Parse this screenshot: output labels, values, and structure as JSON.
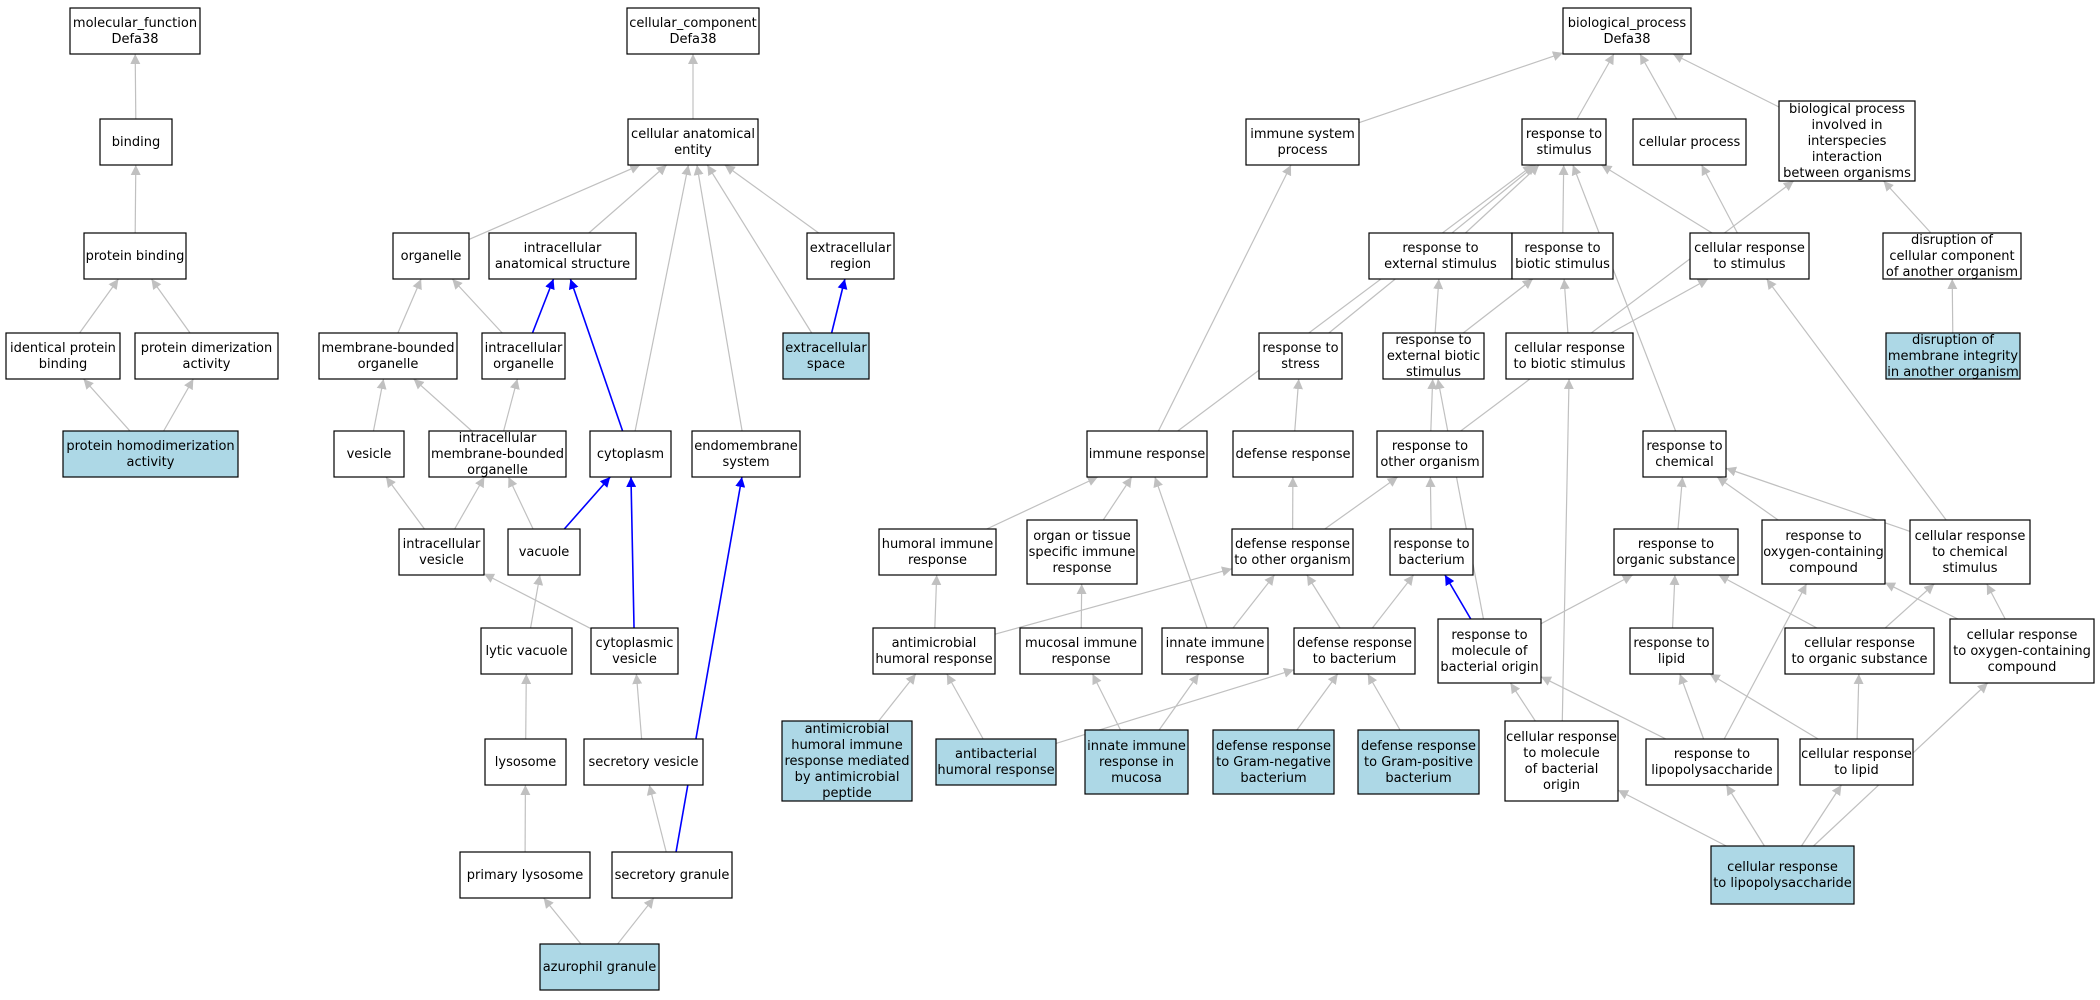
{
  "colors": {
    "highlight_fill": "#add8e6",
    "node_fill": "#ffffff",
    "edge": "#c0c0c0",
    "blue_edge": "#0000ff",
    "border": "#000000"
  },
  "nodes": [
    {
      "id": "mf",
      "lines": [
        "molecular_function",
        "Defa38"
      ]
    },
    {
      "id": "binding",
      "lines": [
        "binding"
      ]
    },
    {
      "id": "protein_binding",
      "lines": [
        "protein binding"
      ]
    },
    {
      "id": "identical_protein_binding",
      "lines": [
        "identical protein",
        "binding"
      ]
    },
    {
      "id": "protein_dimerization",
      "lines": [
        "protein dimerization",
        "activity"
      ]
    },
    {
      "id": "protein_homodimerization",
      "lines": [
        "protein homodimerization",
        "activity"
      ],
      "highlight": true
    },
    {
      "id": "cc",
      "lines": [
        "cellular_component",
        "Defa38"
      ]
    },
    {
      "id": "cell_anat_entity",
      "lines": [
        "cellular anatomical",
        "entity"
      ]
    },
    {
      "id": "organelle",
      "lines": [
        "organelle"
      ]
    },
    {
      "id": "intracellular_anat",
      "lines": [
        "intracellular",
        "anatomical structure"
      ]
    },
    {
      "id": "extracellular_region",
      "lines": [
        "extracellular",
        "region"
      ]
    },
    {
      "id": "membrane_bounded_organelle",
      "lines": [
        "membrane-bounded",
        "organelle"
      ]
    },
    {
      "id": "intracellular_organelle",
      "lines": [
        "intracellular",
        "organelle"
      ]
    },
    {
      "id": "extracellular_space",
      "lines": [
        "extracellular",
        "space"
      ],
      "highlight": true
    },
    {
      "id": "vesicle",
      "lines": [
        "vesicle"
      ]
    },
    {
      "id": "intra_membrane_bounded",
      "lines": [
        "intracellular",
        "membrane-bounded",
        "organelle"
      ]
    },
    {
      "id": "cytoplasm",
      "lines": [
        "cytoplasm"
      ]
    },
    {
      "id": "endomembrane",
      "lines": [
        "endomembrane",
        "system"
      ]
    },
    {
      "id": "intracellular_vesicle",
      "lines": [
        "intracellular",
        "vesicle"
      ]
    },
    {
      "id": "vacuole",
      "lines": [
        "vacuole"
      ]
    },
    {
      "id": "lytic_vacuole",
      "lines": [
        "lytic vacuole"
      ]
    },
    {
      "id": "cytoplasmic_vesicle",
      "lines": [
        "cytoplasmic",
        "vesicle"
      ]
    },
    {
      "id": "lysosome",
      "lines": [
        "lysosome"
      ]
    },
    {
      "id": "secretory_vesicle",
      "lines": [
        "secretory vesicle"
      ]
    },
    {
      "id": "primary_lysosome",
      "lines": [
        "primary lysosome"
      ]
    },
    {
      "id": "secretory_granule",
      "lines": [
        "secretory granule"
      ]
    },
    {
      "id": "azurophil_granule",
      "lines": [
        "azurophil granule"
      ],
      "highlight": true
    },
    {
      "id": "bp",
      "lines": [
        "biological_process",
        "Defa38"
      ]
    },
    {
      "id": "immune_system_process",
      "lines": [
        "immune system",
        "process"
      ]
    },
    {
      "id": "response_to_stimulus",
      "lines": [
        "response to",
        "stimulus"
      ]
    },
    {
      "id": "cellular_process",
      "lines": [
        "cellular process"
      ]
    },
    {
      "id": "bp_interspecies",
      "lines": [
        "biological process",
        "involved in",
        "interspecies",
        "interaction",
        "between organisms"
      ]
    },
    {
      "id": "response_external_stimulus",
      "lines": [
        "response to",
        "external stimulus"
      ]
    },
    {
      "id": "response_biotic_stimulus",
      "lines": [
        "response to",
        "biotic stimulus"
      ]
    },
    {
      "id": "cellular_response_stimulus",
      "lines": [
        "cellular response",
        "to stimulus"
      ]
    },
    {
      "id": "disruption_cellular_component",
      "lines": [
        "disruption of",
        "cellular component",
        "of another organism"
      ]
    },
    {
      "id": "response_to_stress",
      "lines": [
        "response to",
        "stress"
      ]
    },
    {
      "id": "response_ext_biotic",
      "lines": [
        "response to",
        "external biotic",
        "stimulus"
      ]
    },
    {
      "id": "cellular_response_biotic",
      "lines": [
        "cellular response",
        "to biotic stimulus"
      ]
    },
    {
      "id": "disruption_membrane",
      "lines": [
        "disruption of",
        "membrane integrity",
        "in another organism"
      ],
      "highlight": true
    },
    {
      "id": "immune_response",
      "lines": [
        "immune response"
      ]
    },
    {
      "id": "defense_response",
      "lines": [
        "defense response"
      ]
    },
    {
      "id": "response_other_organism",
      "lines": [
        "response to",
        "other organism"
      ]
    },
    {
      "id": "response_to_chemical",
      "lines": [
        "response to",
        "chemical"
      ]
    },
    {
      "id": "humoral_immune",
      "lines": [
        "humoral immune",
        "response"
      ]
    },
    {
      "id": "organ_tissue_immune",
      "lines": [
        "organ or tissue",
        "specific immune",
        "response"
      ]
    },
    {
      "id": "defense_other_organism",
      "lines": [
        "defense response",
        "to other organism"
      ]
    },
    {
      "id": "response_to_bacterium",
      "lines": [
        "response to",
        "bacterium"
      ]
    },
    {
      "id": "response_organic_substance",
      "lines": [
        "response to",
        "organic substance"
      ]
    },
    {
      "id": "response_oxygen_compound",
      "lines": [
        "response to",
        "oxygen-containing",
        "compound"
      ]
    },
    {
      "id": "cellular_response_chemical",
      "lines": [
        "cellular response",
        "to chemical",
        "stimulus"
      ]
    },
    {
      "id": "antimicrobial_humoral",
      "lines": [
        "antimicrobial",
        "humoral response"
      ]
    },
    {
      "id": "mucosal_immune",
      "lines": [
        "mucosal immune",
        "response"
      ]
    },
    {
      "id": "innate_immune",
      "lines": [
        "innate immune",
        "response"
      ]
    },
    {
      "id": "defense_bacterium",
      "lines": [
        "defense response",
        "to bacterium"
      ]
    },
    {
      "id": "response_molecule_bacterial",
      "lines": [
        "response to",
        "molecule of",
        "bacterial origin"
      ]
    },
    {
      "id": "response_to_lipid",
      "lines": [
        "response to",
        "lipid"
      ]
    },
    {
      "id": "cellular_response_organic",
      "lines": [
        "cellular response",
        "to organic substance"
      ]
    },
    {
      "id": "cellular_response_oxygen",
      "lines": [
        "cellular response",
        "to oxygen-containing",
        "compound"
      ]
    },
    {
      "id": "antimicrobial_peptide",
      "lines": [
        "antimicrobial",
        "humoral immune",
        "response mediated",
        "by antimicrobial",
        "peptide"
      ],
      "highlight": true
    },
    {
      "id": "antibacterial_humoral",
      "lines": [
        "antibacterial",
        "humoral response"
      ],
      "highlight": true
    },
    {
      "id": "innate_mucosa",
      "lines": [
        "innate immune",
        "response in",
        "mucosa"
      ],
      "highlight": true
    },
    {
      "id": "defense_gram_negative",
      "lines": [
        "defense response",
        "to Gram-negative",
        "bacterium"
      ],
      "highlight": true
    },
    {
      "id": "defense_gram_positive",
      "lines": [
        "defense response",
        "to Gram-positive",
        "bacterium"
      ],
      "highlight": true
    },
    {
      "id": "cellular_response_molecule",
      "lines": [
        "cellular response",
        "to molecule",
        "of bacterial",
        "origin"
      ]
    },
    {
      "id": "response_lps",
      "lines": [
        "response to",
        "lipopolysaccharide"
      ]
    },
    {
      "id": "cellular_response_lipid",
      "lines": [
        "cellular response",
        "to lipid"
      ]
    },
    {
      "id": "cellular_response_lps",
      "lines": [
        "cellular response",
        "to lipopolysaccharide"
      ],
      "highlight": true
    }
  ],
  "edges": [
    {
      "from": "binding",
      "to": "mf"
    },
    {
      "from": "protein_binding",
      "to": "binding"
    },
    {
      "from": "identical_protein_binding",
      "to": "protein_binding"
    },
    {
      "from": "protein_dimerization",
      "to": "protein_binding"
    },
    {
      "from": "protein_homodimerization",
      "to": "identical_protein_binding"
    },
    {
      "from": "protein_homodimerization",
      "to": "protein_dimerization"
    },
    {
      "from": "cell_anat_entity",
      "to": "cc"
    },
    {
      "from": "organelle",
      "to": "cell_anat_entity"
    },
    {
      "from": "intracellular_anat",
      "to": "cell_anat_entity"
    },
    {
      "from": "extracellular_region",
      "to": "cell_anat_entity"
    },
    {
      "from": "cytoplasm",
      "to": "cell_anat_entity"
    },
    {
      "from": "endomembrane",
      "to": "cell_anat_entity"
    },
    {
      "from": "extracellular_space",
      "to": "cell_anat_entity"
    },
    {
      "from": "membrane_bounded_organelle",
      "to": "organelle"
    },
    {
      "from": "intracellular_organelle",
      "to": "organelle"
    },
    {
      "from": "intracellular_organelle",
      "to": "intracellular_anat",
      "blue": true
    },
    {
      "from": "cytoplasm",
      "to": "intracellular_anat",
      "blue": true
    },
    {
      "from": "extracellular_space",
      "to": "extracellular_region",
      "blue": true
    },
    {
      "from": "vesicle",
      "to": "membrane_bounded_organelle"
    },
    {
      "from": "intra_membrane_bounded",
      "to": "membrane_bounded_organelle"
    },
    {
      "from": "intra_membrane_bounded",
      "to": "intracellular_organelle"
    },
    {
      "from": "intracellular_vesicle",
      "to": "vesicle"
    },
    {
      "from": "intracellular_vesicle",
      "to": "intra_membrane_bounded"
    },
    {
      "from": "vacuole",
      "to": "intra_membrane_bounded"
    },
    {
      "from": "vacuole",
      "to": "cytoplasm",
      "blue": true
    },
    {
      "from": "cytoplasmic_vesicle",
      "to": "cytoplasm",
      "blue": true
    },
    {
      "from": "cytoplasmic_vesicle",
      "to": "intracellular_vesicle"
    },
    {
      "from": "lytic_vacuole",
      "to": "vacuole"
    },
    {
      "from": "lysosome",
      "to": "lytic_vacuole"
    },
    {
      "from": "secretory_vesicle",
      "to": "cytoplasmic_vesicle"
    },
    {
      "from": "primary_lysosome",
      "to": "lysosome"
    },
    {
      "from": "secretory_granule",
      "to": "secretory_vesicle"
    },
    {
      "from": "secretory_granule",
      "to": "endomembrane",
      "blue": true
    },
    {
      "from": "azurophil_granule",
      "to": "primary_lysosome"
    },
    {
      "from": "azurophil_granule",
      "to": "secretory_granule"
    },
    {
      "from": "immune_system_process",
      "to": "bp"
    },
    {
      "from": "response_to_stimulus",
      "to": "bp"
    },
    {
      "from": "cellular_process",
      "to": "bp"
    },
    {
      "from": "bp_interspecies",
      "to": "bp"
    },
    {
      "from": "response_external_stimulus",
      "to": "response_to_stimulus"
    },
    {
      "from": "response_biotic_stimulus",
      "to": "response_to_stimulus"
    },
    {
      "from": "cellular_response_stimulus",
      "to": "response_to_stimulus"
    },
    {
      "from": "cellular_response_stimulus",
      "to": "cellular_process"
    },
    {
      "from": "response_to_stress",
      "to": "response_to_stimulus"
    },
    {
      "from": "immune_response",
      "to": "response_to_stimulus"
    },
    {
      "from": "immune_response",
      "to": "immune_system_process"
    },
    {
      "from": "response_to_chemical",
      "to": "response_to_stimulus"
    },
    {
      "from": "disruption_cellular_component",
      "to": "bp_interspecies"
    },
    {
      "from": "disruption_membrane",
      "to": "disruption_cellular_component"
    },
    {
      "from": "response_ext_biotic",
      "to": "response_external_stimulus"
    },
    {
      "from": "response_ext_biotic",
      "to": "response_biotic_stimulus"
    },
    {
      "from": "cellular_response_biotic",
      "to": "response_biotic_stimulus"
    },
    {
      "from": "cellular_response_biotic",
      "to": "cellular_response_stimulus"
    },
    {
      "from": "defense_response",
      "to": "response_to_stress"
    },
    {
      "from": "response_other_organism",
      "to": "response_ext_biotic"
    },
    {
      "from": "response_other_organism",
      "to": "bp_interspecies"
    },
    {
      "from": "humoral_immune",
      "to": "immune_response"
    },
    {
      "from": "organ_tissue_immune",
      "to": "immune_response"
    },
    {
      "from": "innate_immune",
      "to": "immune_response"
    },
    {
      "from": "defense_other_organism",
      "to": "defense_response"
    },
    {
      "from": "defense_other_organism",
      "to": "response_other_organism"
    },
    {
      "from": "response_to_bacterium",
      "to": "response_other_organism"
    },
    {
      "from": "response_organic_substance",
      "to": "response_to_chemical"
    },
    {
      "from": "response_oxygen_compound",
      "to": "response_to_chemical"
    },
    {
      "from": "cellular_response_chemical",
      "to": "response_to_chemical"
    },
    {
      "from": "cellular_response_chemical",
      "to": "cellular_response_stimulus"
    },
    {
      "from": "antimicrobial_humoral",
      "to": "humoral_immune"
    },
    {
      "from": "antimicrobial_humoral",
      "to": "defense_other_organism"
    },
    {
      "from": "mucosal_immune",
      "to": "organ_tissue_immune"
    },
    {
      "from": "innate_immune",
      "to": "defense_other_organism"
    },
    {
      "from": "defense_bacterium",
      "to": "defense_other_organism"
    },
    {
      "from": "defense_bacterium",
      "to": "response_to_bacterium"
    },
    {
      "from": "response_molecule_bacterial",
      "to": "response_to_bacterium",
      "blue": true
    },
    {
      "from": "response_molecule_bacterial",
      "to": "response_organic_substance"
    },
    {
      "from": "response_molecule_bacterial",
      "to": "response_ext_biotic"
    },
    {
      "from": "response_to_lipid",
      "to": "response_organic_substance"
    },
    {
      "from": "cellular_response_organic",
      "to": "response_organic_substance"
    },
    {
      "from": "cellular_response_organic",
      "to": "cellular_response_chemical"
    },
    {
      "from": "cellular_response_oxygen",
      "to": "response_oxygen_compound"
    },
    {
      "from": "cellular_response_oxygen",
      "to": "cellular_response_chemical"
    },
    {
      "from": "antimicrobial_peptide",
      "to": "antimicrobial_humoral"
    },
    {
      "from": "antibacterial_humoral",
      "to": "antimicrobial_humoral"
    },
    {
      "from": "antibacterial_humoral",
      "to": "defense_bacterium"
    },
    {
      "from": "innate_mucosa",
      "to": "mucosal_immune"
    },
    {
      "from": "innate_mucosa",
      "to": "innate_immune"
    },
    {
      "from": "defense_gram_negative",
      "to": "defense_bacterium"
    },
    {
      "from": "defense_gram_positive",
      "to": "defense_bacterium"
    },
    {
      "from": "cellular_response_molecule",
      "to": "response_molecule_bacterial"
    },
    {
      "from": "cellular_response_molecule",
      "to": "cellular_response_biotic"
    },
    {
      "from": "response_lps",
      "to": "response_molecule_bacterial"
    },
    {
      "from": "response_lps",
      "to": "response_to_lipid"
    },
    {
      "from": "response_lps",
      "to": "response_oxygen_compound"
    },
    {
      "from": "cellular_response_lipid",
      "to": "response_to_lipid"
    },
    {
      "from": "cellular_response_lipid",
      "to": "cellular_response_organic"
    },
    {
      "from": "cellular_response_lps",
      "to": "response_lps"
    },
    {
      "from": "cellular_response_lps",
      "to": "cellular_response_lipid"
    },
    {
      "from": "cellular_response_lps",
      "to": "cellular_response_molecule"
    },
    {
      "from": "cellular_response_lps",
      "to": "cellular_response_oxygen"
    }
  ]
}
